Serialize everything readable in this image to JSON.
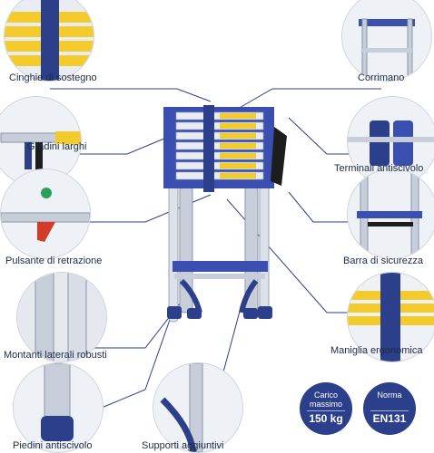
{
  "features": {
    "cinghie": "Cinghie di sostegno",
    "corrimano": "Corrimano",
    "gradini": "Gradini larghi",
    "terminali": "Terminali antiscivolo",
    "pulsante": "Pulsante di retrazione",
    "barra": "Barra di sicurezza",
    "montanti": "Montanti laterali robusti",
    "maniglia": "Maniglia ergonomica",
    "piedini": "Piedini antiscivolo",
    "supporti": "Supporti aggiuntivi"
  },
  "badges": {
    "load": {
      "top": "Carico massimo",
      "value": "150 kg"
    },
    "norm": {
      "top": "Norma",
      "value": "EN131"
    }
  },
  "colors": {
    "accent": "#2b3f8a",
    "blue": "#3a4fb0",
    "aluminium": "#cfd5df",
    "yellow": "#f3cc2b"
  }
}
